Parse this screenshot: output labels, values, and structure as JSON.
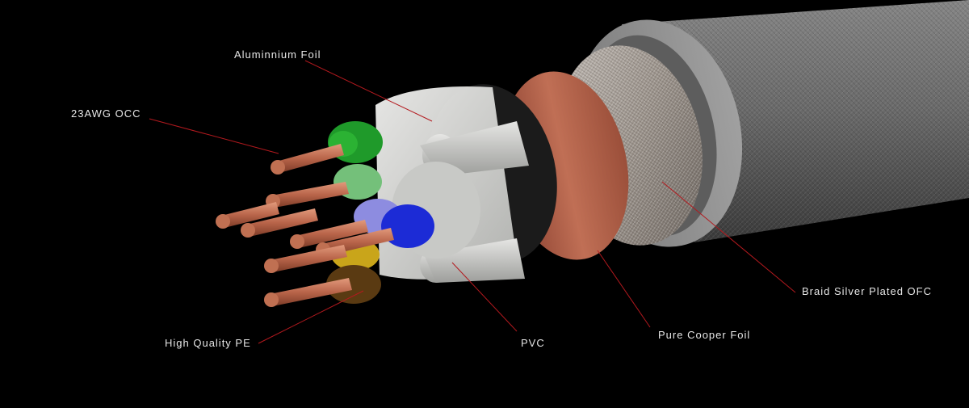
{
  "labels": {
    "aluminium_foil": "Aluminnium Foil",
    "awg_conductor": "23AWG OCC",
    "pe_insulation": "High Quality PE",
    "pvc": "PVC",
    "copper_foil": "Pure Cooper Foil",
    "braid": "Braid Silver Plated OFC"
  },
  "colors": {
    "background": "#000000",
    "callout_line": "#b3191e",
    "label_text": "#e6e6e6",
    "jacket": "#6e6e6e",
    "jacket_end": "#8c8c8c",
    "braid": "#9e968f",
    "copper_foil": "#b3624a",
    "aluminium_foil": "#d9dad8",
    "conductor": "#c07052",
    "core_green": "#1f9a2a",
    "core_light_green": "#74c07a",
    "core_blue": "#1c2bd6",
    "core_light_blue": "#8d8ce0",
    "core_yellow": "#c9a51a",
    "core_brown": "#5a3a12"
  }
}
